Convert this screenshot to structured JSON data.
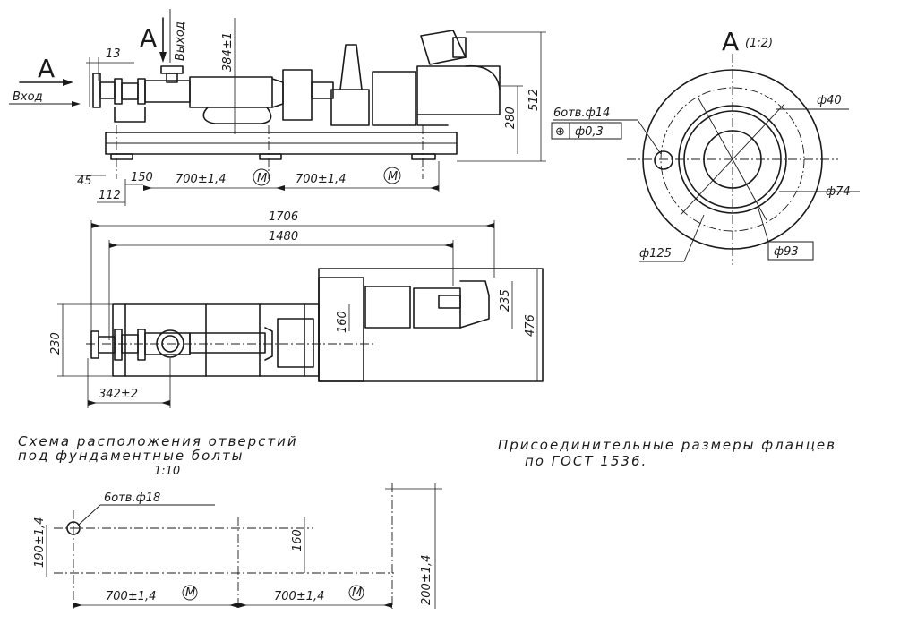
{
  "view_labels": {
    "a_left": "А",
    "a_top": "А",
    "a_section": "А",
    "a_section_scale": "(1:2)"
  },
  "flow": {
    "inlet": "Вход",
    "outlet": "Выход"
  },
  "side_view_dims": {
    "d13": "13",
    "d384": "384±1",
    "d280": "280",
    "d512": "512",
    "d45": "45",
    "d112": "112",
    "d150": "150",
    "d700a": "700±1,4",
    "d700b": "700±1,4",
    "mark": "М"
  },
  "plan_view_dims": {
    "d1706": "1706",
    "d1480": "1480",
    "d230": "230",
    "d160": "160",
    "d235": "235",
    "d476": "476",
    "d342": "342±2"
  },
  "flange_section": {
    "holes": "6отв.ф14",
    "tolerance_symbol": "⊕",
    "tolerance": "ф0,3",
    "d40": "ф40",
    "d74": "ф74",
    "d93": "ф93",
    "d125": "ф125"
  },
  "bolt_scheme": {
    "title_line1": "Схема расположения отверстий",
    "title_line2": "под фундаментные болты",
    "scale": "1:10",
    "holes": "6отв.ф18",
    "d160": "160",
    "d190": "190±1,4",
    "d200": "200±1,4",
    "d700a": "700±1,4",
    "d700b": "700±1,4",
    "mark": "М"
  },
  "note": {
    "line1": "Присоединительные размеры фланцев",
    "line2": "по ГОСТ 1536."
  }
}
